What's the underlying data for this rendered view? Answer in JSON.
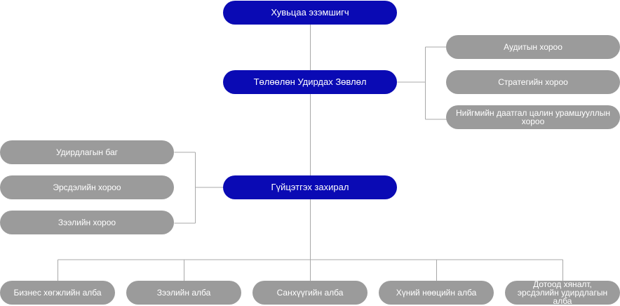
{
  "colors": {
    "primary_node": "#0a0ab4",
    "secondary_node": "#9b9b9b",
    "connector": "#a8a8a8",
    "node_text": "#ffffff"
  },
  "nodes": {
    "shareholders": "Хувьцаа эзэмшигч",
    "board": "Төлөөлөн Удирдах Зөвлөл",
    "ceo": "Гүйцэтгэх захирал",
    "audit_committee": "Аудитын хороо",
    "strategy_committee": "Стратегийн хороо",
    "remuneration_committee": "Нийгмийн даатгал цалин урамшууллын хороо",
    "management_team": "Удирдлагын баг",
    "risk_committee": "Эрсдэлийн хороо",
    "credit_committee": "Зээлийн хороо",
    "business_dev_dept": "Бизнес хөгжлийн алба",
    "credit_dept": "Зээлийн алба",
    "finance_dept": "Санхүүгийн алба",
    "hr_dept": "Хүний нөөцийн алба",
    "internal_control_dept": "Дотоод хяналт, эрсдэлийн удирдлагын алба"
  }
}
